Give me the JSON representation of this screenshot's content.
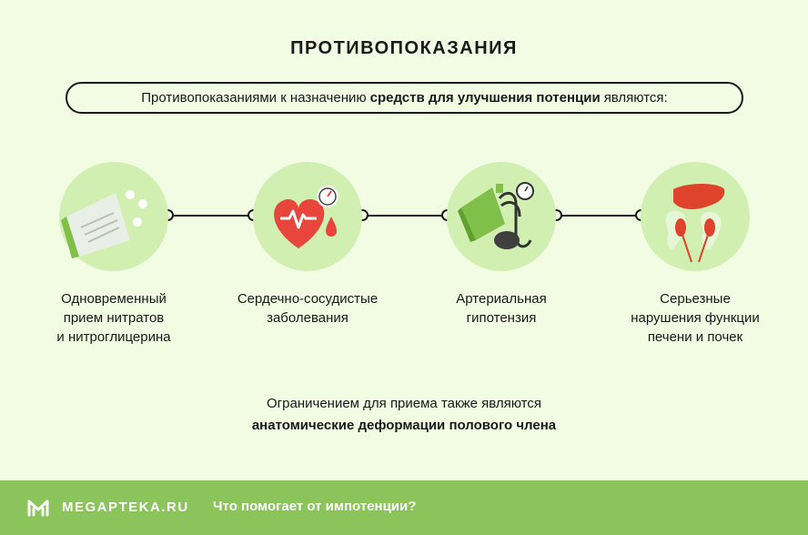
{
  "title": "ПРОТИВОПОКАЗАНИЯ",
  "intro": {
    "before": "Противопоказаниями к назначению",
    "bold": "средств для улучшения потенции",
    "after": "являются:"
  },
  "steps": [
    {
      "label": "Одновременный\nприем нитратов\nи нитроглицерина",
      "icon": "pills-box-icon"
    },
    {
      "label": "Сердечно-сосудистые\nзаболевания",
      "icon": "heart-pressure-icon"
    },
    {
      "label": "Артериальная\nгипотензия",
      "icon": "tonometer-icon"
    },
    {
      "label": "Серьезные\nнарушения функции\nпечени и почек",
      "icon": "liver-kidneys-icon"
    }
  ],
  "note": {
    "line1": "Ограничением для приема также являются",
    "line2": "анатомические деформации полового члена"
  },
  "footer": {
    "brand": "MEGAPTEKA.RU",
    "link": "Что помогает от импотенции?"
  },
  "colors": {
    "background": "#f1fce3",
    "circle": "#d2efb2",
    "footer": "#8bc45a",
    "heart": "#e8453c",
    "organ": "#e0432b"
  }
}
